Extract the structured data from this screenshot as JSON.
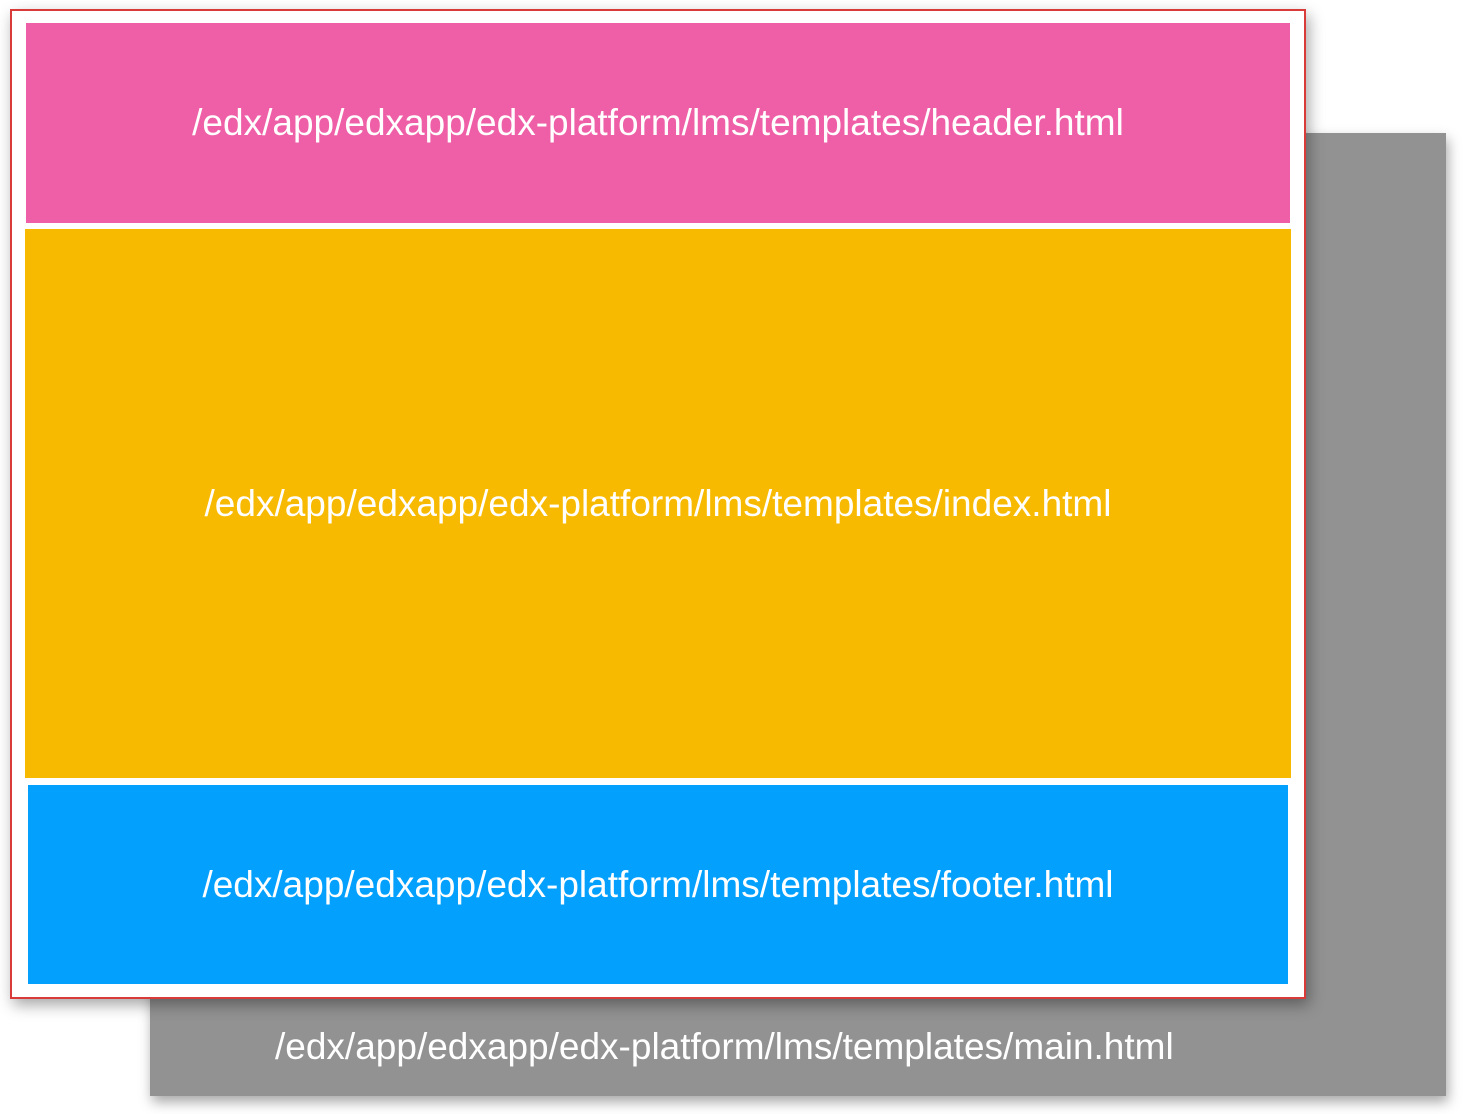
{
  "layers": {
    "main": {
      "label": "/edx/app/edxapp/edx-platform/lms/templates/main.html",
      "color": "#929292"
    },
    "header": {
      "label": "/edx/app/edxapp/edx-platform/lms/templates/header.html",
      "color": "#ef5fa7"
    },
    "index": {
      "label": "/edx/app/edxapp/edx-platform/lms/templates/index.html",
      "color": "#f8ba00"
    },
    "footer": {
      "label": "/edx/app/edxapp/edx-platform/lms/templates/footer.html",
      "color": "#03a1fd"
    }
  },
  "frame_border_color": "#d93a3a"
}
